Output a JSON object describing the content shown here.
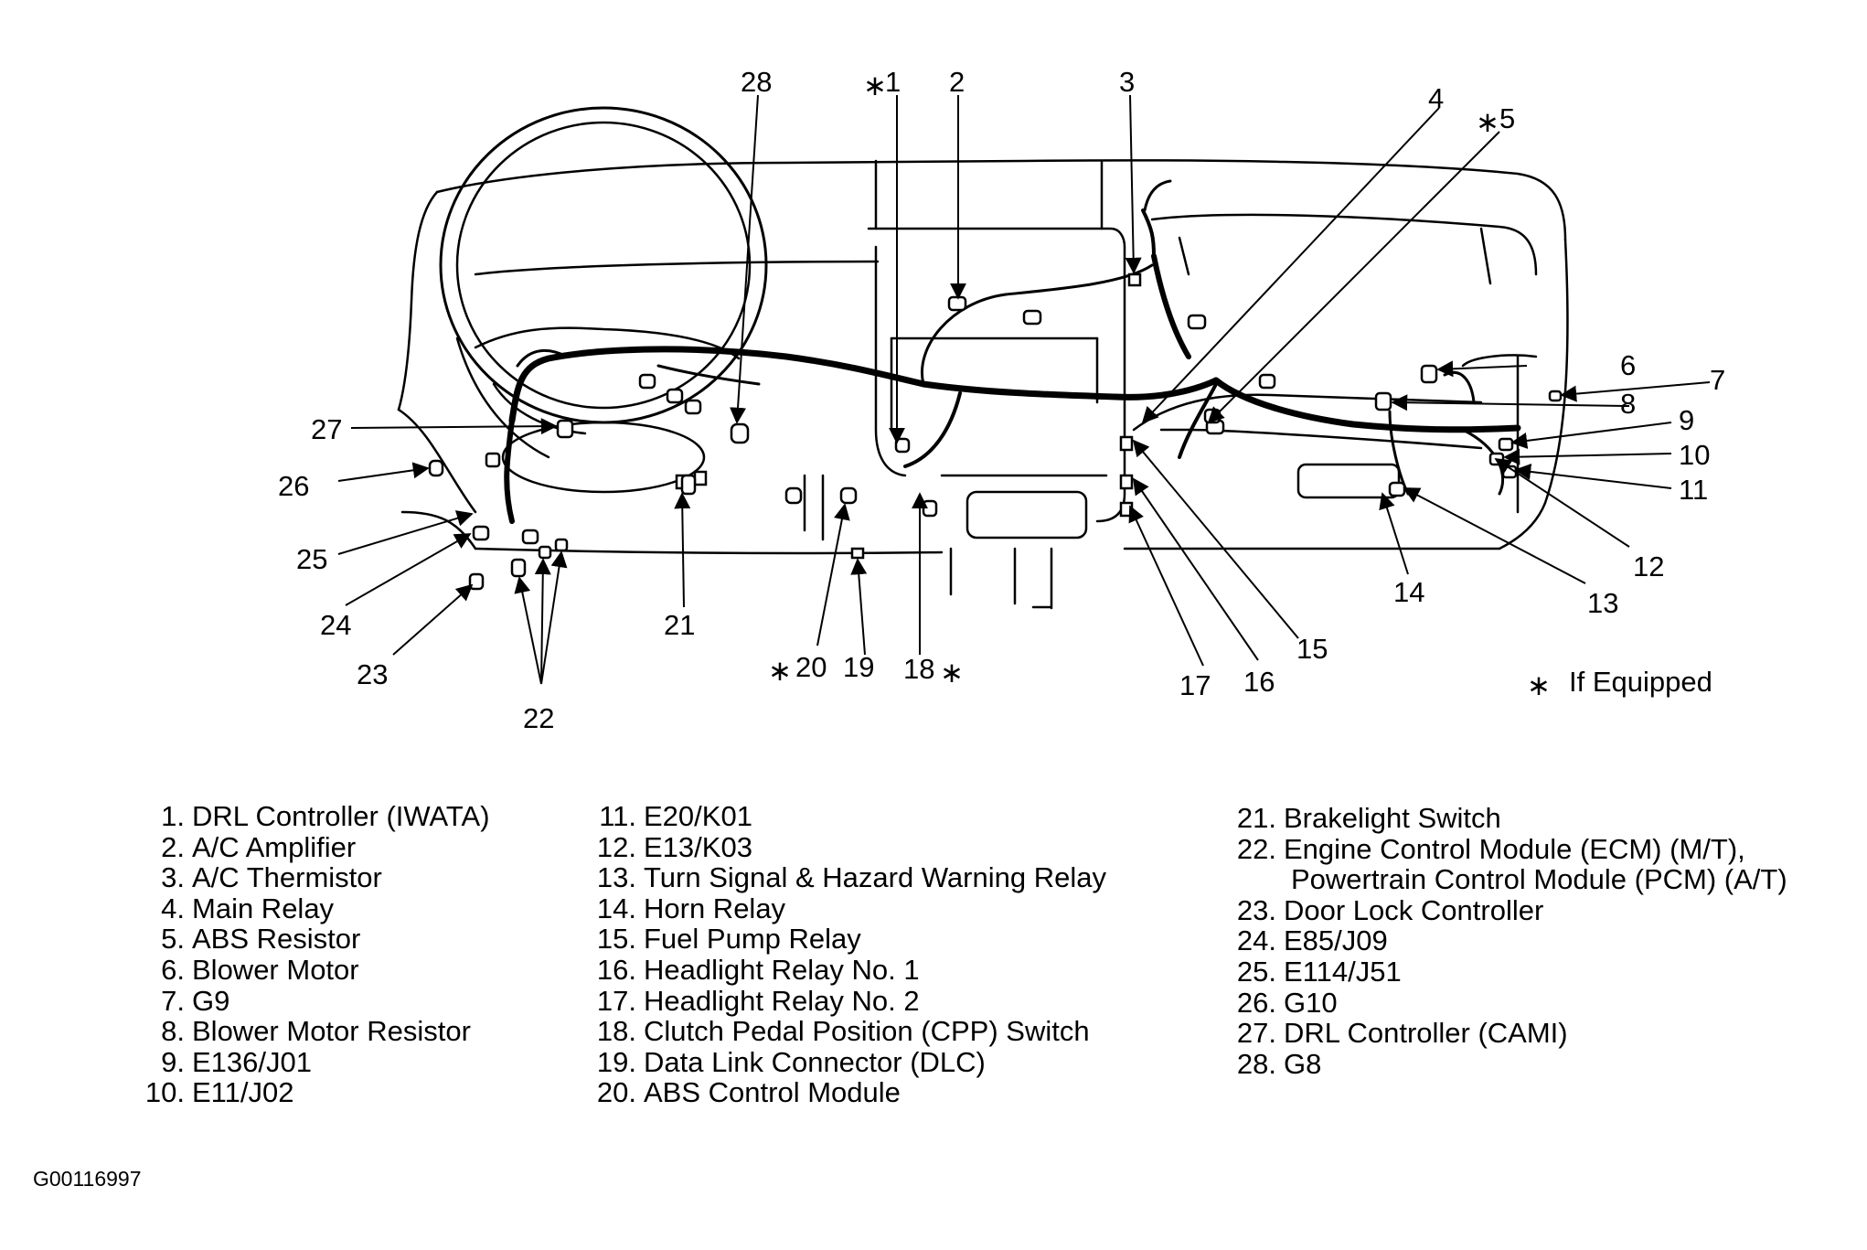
{
  "callouts": [
    "1",
    "2",
    "3",
    "4",
    "5",
    "6",
    "7",
    "8",
    "9",
    "10",
    "11",
    "12",
    "13",
    "14",
    "15",
    "16",
    "17",
    "18",
    "19",
    "20",
    "21",
    "22",
    "23",
    "24",
    "25",
    "26",
    "27",
    "28"
  ],
  "star_glyph": "∗",
  "if_equipped_label": "If Equipped",
  "legend": {
    "col1": [
      {
        "num": "1.",
        "text": "DRL Controller (IWATA)"
      },
      {
        "num": "2.",
        "text": "A/C Amplifier"
      },
      {
        "num": "3.",
        "text": "A/C Thermistor"
      },
      {
        "num": "4.",
        "text": "Main Relay"
      },
      {
        "num": "5.",
        "text": "ABS Resistor"
      },
      {
        "num": "6.",
        "text": "Blower Motor"
      },
      {
        "num": "7.",
        "text": "G9"
      },
      {
        "num": "8.",
        "text": "Blower Motor Resistor"
      },
      {
        "num": "9.",
        "text": "E136/J01"
      },
      {
        "num": "10.",
        "text": "E11/J02"
      }
    ],
    "col2": [
      {
        "num": "11.",
        "text": "E20/K01"
      },
      {
        "num": "12.",
        "text": "E13/K03"
      },
      {
        "num": "13.",
        "text": "Turn Signal & Hazard Warning Relay"
      },
      {
        "num": "14.",
        "text": "Horn Relay"
      },
      {
        "num": "15.",
        "text": "Fuel Pump Relay"
      },
      {
        "num": "16.",
        "text": "Headlight Relay No. 1"
      },
      {
        "num": "17.",
        "text": "Headlight Relay No. 2"
      },
      {
        "num": "18.",
        "text": "Clutch Pedal Position (CPP) Switch"
      },
      {
        "num": "19.",
        "text": "Data Link Connector (DLC)"
      },
      {
        "num": "20.",
        "text": "ABS Control Module"
      }
    ],
    "col3": [
      {
        "num": "21.",
        "text": "Brakelight Switch"
      },
      {
        "num": "22.",
        "text": "Engine Control Module (ECM) (M/T),"
      },
      {
        "num": "",
        "text": "Powertrain Control Module (PCM) (A/T)"
      },
      {
        "num": "23.",
        "text": "Door Lock Controller"
      },
      {
        "num": "24.",
        "text": "E85/J09"
      },
      {
        "num": "25.",
        "text": "E114/J51"
      },
      {
        "num": "26.",
        "text": "G10"
      },
      {
        "num": "27.",
        "text": "DRL Controller (CAMI)"
      },
      {
        "num": "28.",
        "text": "G8"
      }
    ]
  },
  "figure_id": "G00116997"
}
